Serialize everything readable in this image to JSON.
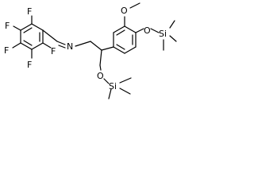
{
  "molecule": {
    "atoms": {
      "f_top_left": "F",
      "f_top_right": "F",
      "f_left": "F",
      "f_bottom_left": "F",
      "f_bottom_right": "F",
      "imine_n": "N",
      "methoxy_o": "O",
      "siloxy_o_aryl": "O",
      "si_aryl": "Si",
      "siloxy_o_alkyl": "O",
      "si_alkyl": "Si"
    },
    "colors": {
      "bond": "#000000",
      "label": "#000000",
      "background": "#ffffff"
    }
  }
}
